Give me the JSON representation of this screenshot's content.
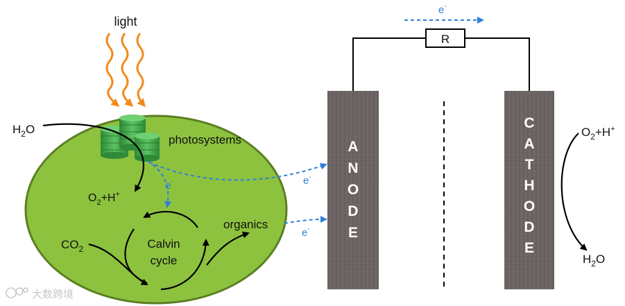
{
  "colors": {
    "cell_fill": "#8dc23f",
    "cell_stroke": "#5a7f22",
    "light_arrow": "#f28a1c",
    "electron_arrow": "#2f7fd6",
    "electrode": "#6b6463",
    "wire": "#000000",
    "photosystem": "#3f9f45"
  },
  "labels": {
    "light": "light",
    "h2o_in": "H",
    "h2o_in_sub": "2",
    "h2o_in_tail": "O",
    "photosystems": "photosystems",
    "o2h_cell": "O",
    "o2h_cell_sub": "2",
    "o2h_cell_tail": "+H",
    "o2h_cell_sup": "+",
    "e_cell": "e",
    "e_sup": "-",
    "co2": "CO",
    "co2_sub": "2",
    "calvin_line1": "Calvin",
    "calvin_line2": "cycle",
    "organics": "organics",
    "e_anode_top": "e",
    "e_anode_bottom": "e",
    "e_wire": "e",
    "resistor": "R",
    "anode": [
      "A",
      "N",
      "O",
      "D",
      "E"
    ],
    "cathode": [
      "C",
      "A",
      "T",
      "H",
      "O",
      "D",
      "E"
    ],
    "o2h_cathode": "O",
    "o2h_cathode_sub": "2",
    "o2h_cathode_tail": "+H",
    "o2h_cathode_sup": "+",
    "h2o_out": "H",
    "h2o_out_sub": "2",
    "h2o_out_tail": "O",
    "watermark": "大数跨境"
  },
  "icons": {
    "light_rays": "wavy-arrow-icon",
    "photosystem": "stacked-discs-icon",
    "watermark_logo": "logo-icon"
  }
}
